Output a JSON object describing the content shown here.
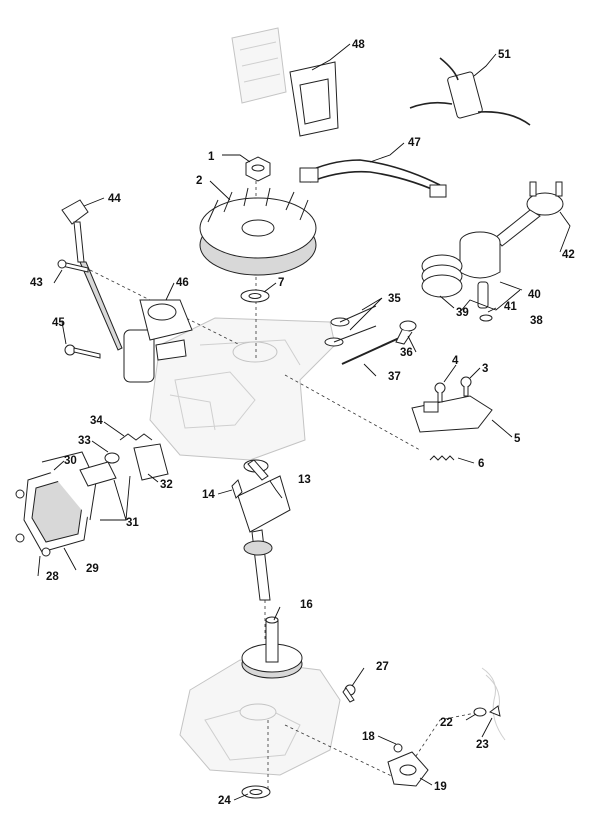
{
  "callouts": [
    "1",
    "2",
    "3",
    "4",
    "5",
    "6",
    "7",
    "13",
    "14",
    "16",
    "18",
    "19",
    "22",
    "23",
    "24",
    "27",
    "28",
    "29",
    "30",
    "31",
    "32",
    "33",
    "34",
    "35",
    "36",
    "37",
    "38",
    "39",
    "40",
    "41",
    "42",
    "43",
    "44",
    "45",
    "46",
    "47",
    "48",
    "51"
  ],
  "colors": {
    "ink": "#111111",
    "ghost": "#c4c4c4",
    "fill": "#ffffff"
  }
}
